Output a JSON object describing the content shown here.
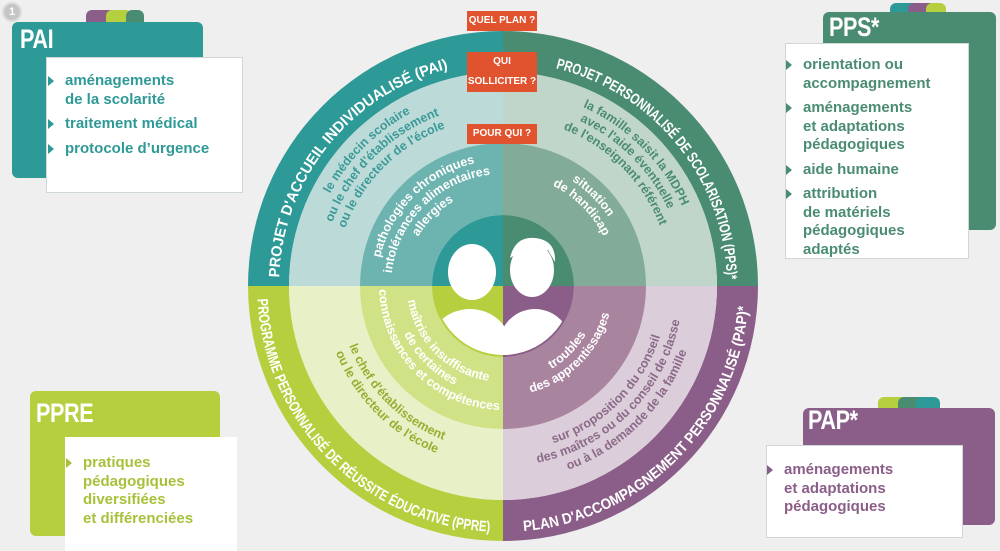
{
  "badge": "1",
  "labels": {
    "quel_plan": "QUEL PLAN ?",
    "qui_solliciter": "QUI SOLLICITER ?",
    "pour_qui": "POUR QUI ?"
  },
  "colors": {
    "pai": "#2e9a97",
    "pps": "#4a8c72",
    "ppre": "#b6cf3f",
    "pap": "#8a5e88",
    "label": "#e1532f"
  },
  "cards": {
    "pai": {
      "title": "PAI",
      "items": [
        [
          "aménagements",
          "de la scolarité"
        ],
        [
          "traitement médical"
        ],
        [
          "protocole d’urgence"
        ]
      ]
    },
    "pps": {
      "title": "PPS*",
      "items": [
        [
          "orientation ou",
          "accompagnement"
        ],
        [
          "aménagements",
          "et adaptations",
          "pédagogiques"
        ],
        [
          "aide humaine"
        ],
        [
          "attribution",
          "de matériels",
          "pédagogiques adaptés"
        ]
      ]
    },
    "ppre": {
      "title": "PPRE",
      "items": [
        [
          "pratiques",
          "pédagogiques",
          "diversifiées",
          "et différenciées"
        ]
      ]
    },
    "pap": {
      "title": "PAP*",
      "items": [
        [
          "aménagements",
          "et adaptations",
          "pédagogiques"
        ]
      ]
    }
  },
  "wheel": {
    "pai": {
      "plan": "PROJET D'ACCUEIL INDIVIDUALISÉ (PAI)",
      "who": [
        "le médecin scolaire",
        "ou le chef d'établissement",
        "ou le directeur de l'école"
      ],
      "for": [
        "pathologies chroniques",
        "intolérances alimentaires",
        "allergies"
      ]
    },
    "pps": {
      "plan": "PROJET PERSONNALISÉ DE SCOLARISATION (PPS)*",
      "who": [
        "la famille saisit la MDPH",
        "avec l'aide éventuelle",
        "de l'enseignant référent"
      ],
      "for": [
        "situation",
        "de handicap"
      ]
    },
    "ppre": {
      "plan": "PROGRAMME PERSONNALISÉ DE RÉUSSITE ÉDUCATIVE (PPRE)",
      "who": [
        "le chef d'établissement",
        "ou le directeur de l'école"
      ],
      "for": [
        "maîtrise insuffisante",
        "de certaines",
        "connaissances et compétences"
      ]
    },
    "pap": {
      "plan": "PLAN D'ACCOMPAGNEMENT PERSONNALISÉ (PAP)*",
      "who": [
        "sur proposition du conseil",
        "des maîtres ou du conseil de classe",
        "ou à la demande de la famille"
      ],
      "for": [
        "troubles",
        "des apprentissages"
      ]
    }
  }
}
